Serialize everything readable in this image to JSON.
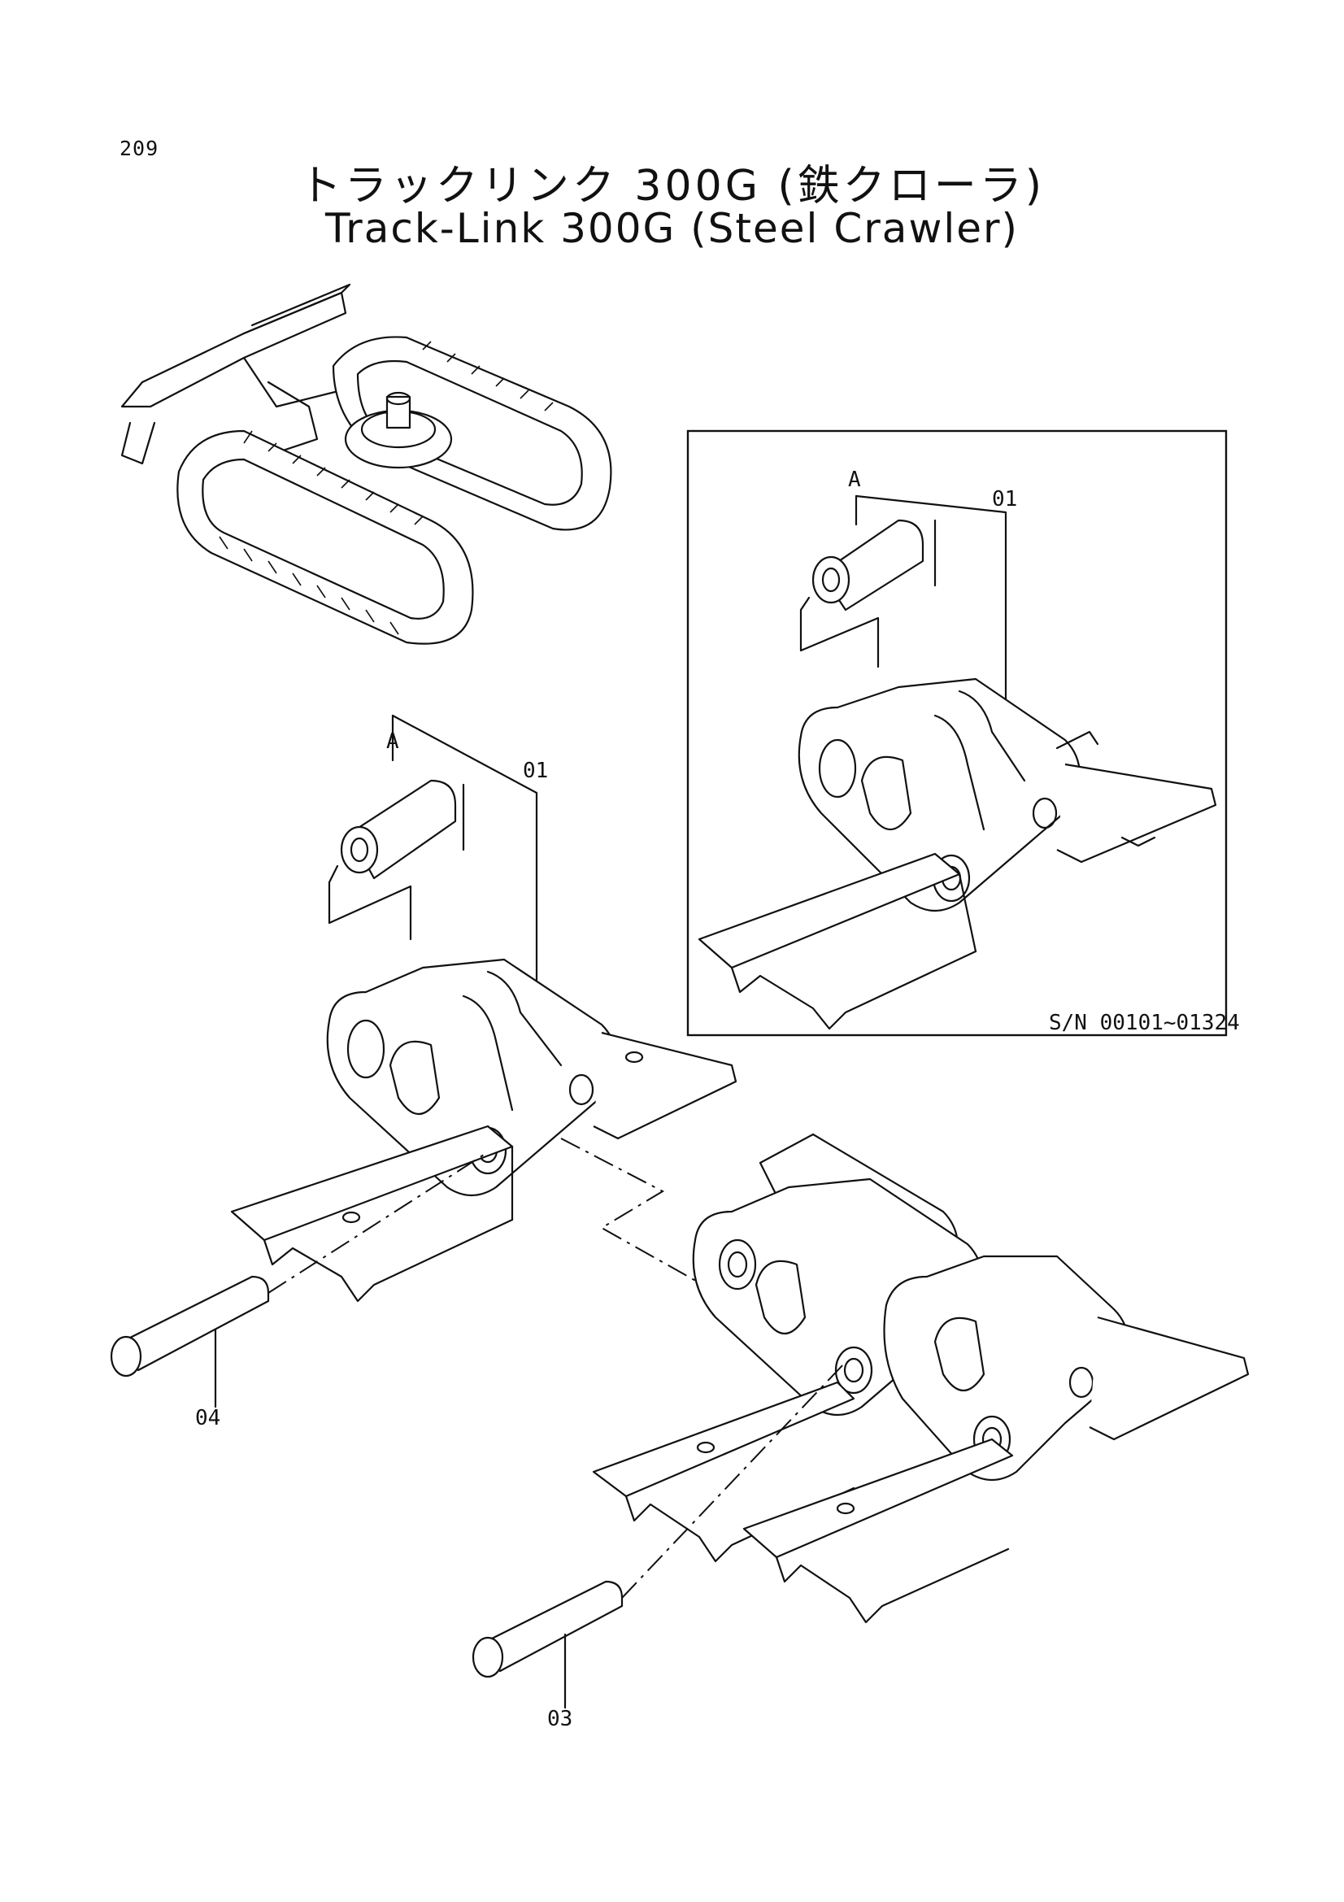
{
  "page": {
    "number": "209",
    "title_jp": "トラックリンク 300G (鉄クローラ)",
    "title_en": "Track-Link 300G (Steel Crawler)"
  },
  "inset": {
    "serial_note": "S/N 00101~01324",
    "view_label": "A",
    "part_label": "01"
  },
  "main_assembly": {
    "view_label": "A",
    "part_label": "01"
  },
  "callouts": {
    "pin_small": "04",
    "pin_large": "03"
  }
}
